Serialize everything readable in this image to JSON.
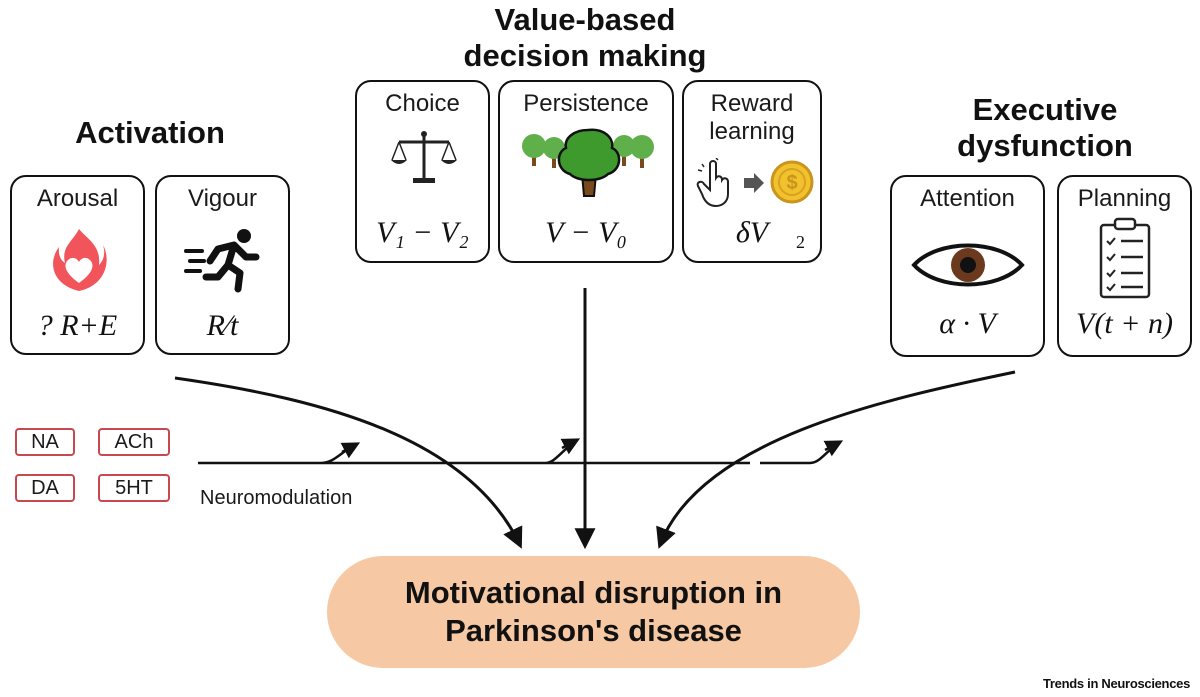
{
  "headings": {
    "activation": "Activation",
    "value_based": "Value-based decision making",
    "executive": "Executive dysfunction"
  },
  "boxes": {
    "arousal": {
      "label": "Arousal",
      "formula": "? R+E",
      "icon": "heart-flame-icon"
    },
    "vigour": {
      "label": "Vigour",
      "formula": "R⁄t",
      "icon": "running-person-icon"
    },
    "choice": {
      "label": "Choice",
      "formula": "V₁ − V₂",
      "icon": "balance-scale-icon"
    },
    "persistence": {
      "label": "Persistence",
      "formula": "V − V₀",
      "icon": "trees-icon"
    },
    "reward_learning": {
      "label": "Reward learning",
      "formula": "δV",
      "formula_suffix": "2",
      "icon": "click-to-coin-icon"
    },
    "attention": {
      "label": "Attention",
      "formula": "α · V",
      "icon": "eye-icon"
    },
    "planning": {
      "label": "Planning",
      "formula": "V(t + n)",
      "icon": "clipboard-checklist-icon"
    }
  },
  "neuromodulators": [
    "NA",
    "ACh",
    "DA",
    "5HT"
  ],
  "neuromodulation_label": "Neuromodulation",
  "outcome": "Motivational disruption in Parkinson's disease",
  "credit": "Trends in Neurosciences",
  "colors": {
    "outcome_fill": "#f6c9a4",
    "chip_border": "#c7484e",
    "flame": "#f2545b",
    "tree": "#3f9a2e",
    "coin": "#f2c12e",
    "eye_iris": "#6b3a1e"
  }
}
